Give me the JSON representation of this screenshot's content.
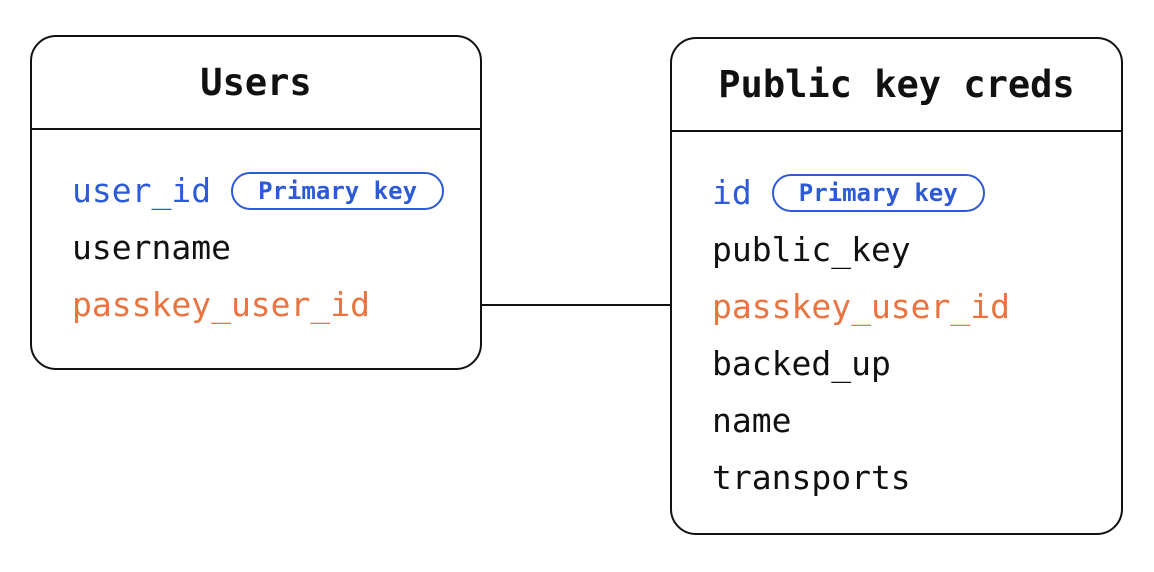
{
  "diagram": {
    "colors": {
      "blue": "#2d5ad6",
      "orange": "#ea7340",
      "line": "#111111",
      "background": "#ffffff"
    },
    "tables": [
      {
        "title": "Users",
        "fields": [
          {
            "name": "user_id",
            "badge": "Primary key"
          },
          {
            "name": "username"
          },
          {
            "name": "passkey_user_id"
          }
        ]
      },
      {
        "title": "Public key creds",
        "fields": [
          {
            "name": "id",
            "badge": "Primary key"
          },
          {
            "name": "public_key"
          },
          {
            "name": "passkey_user_id"
          },
          {
            "name": "backed_up"
          },
          {
            "name": "name"
          },
          {
            "name": "transports"
          }
        ]
      }
    ],
    "relationship": {
      "from": "Users.passkey_user_id",
      "to": "Public key creds.passkey_user_id"
    }
  }
}
